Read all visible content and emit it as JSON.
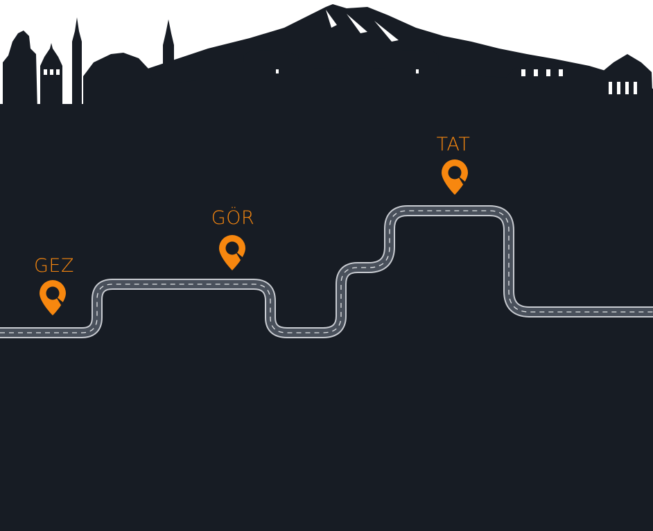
{
  "colors": {
    "background": "#171c24",
    "accent": "#f7870f",
    "road": "#49505b",
    "road_edge": "#c9ccd2",
    "road_dash": "#e3e5e8",
    "sky": "#ffffff"
  },
  "stops": [
    {
      "label": "GEZ",
      "icon": "location-pin-icon"
    },
    {
      "label": "GÖR",
      "icon": "location-pin-icon"
    },
    {
      "label": "TAT",
      "icon": "location-pin-icon"
    }
  ],
  "skyline": {
    "icon": "city-skyline-with-mountain"
  }
}
